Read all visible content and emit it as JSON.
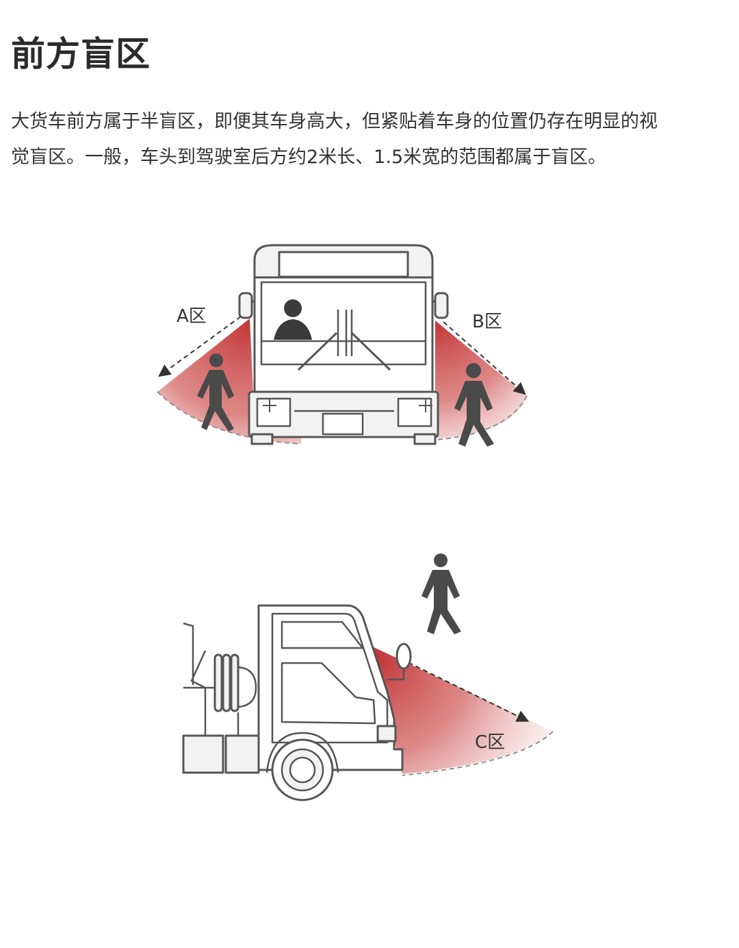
{
  "heading": "前方盲区",
  "paragraph": {
    "line1": "大货车前方属于半盲区，即便其车身高大，但紧贴着车身的位置仍存在明显的视",
    "line2": "觉盲区。一般，车头到驾驶室后方约2米长、1.5米宽的范围都属于盲区。"
  },
  "zones": {
    "a": "A区",
    "b": "B区",
    "c": "C区"
  },
  "colors": {
    "zone_red": "#c23434",
    "line": "#555555",
    "vehicle_fill": "#f2f2f2",
    "pedestrian": "#4a4a4a"
  }
}
